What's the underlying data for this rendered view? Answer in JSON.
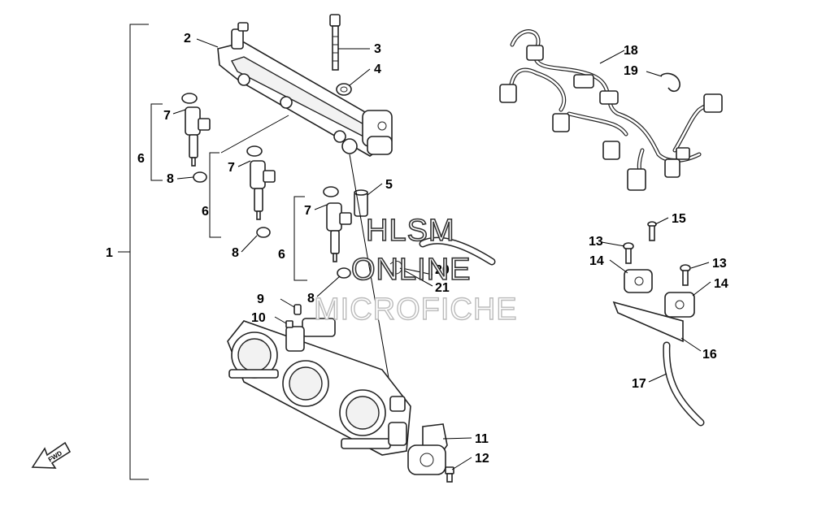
{
  "callouts": {
    "c1": "1",
    "c2": "2",
    "c3": "3",
    "c4": "4",
    "c5": "5",
    "c6a": "6",
    "c6b": "6",
    "c6c": "6",
    "c7a": "7",
    "c7b": "7",
    "c7c": "7",
    "c8a": "8",
    "c8b": "8",
    "c8c": "8",
    "c9": "9",
    "c10": "10",
    "c11": "11",
    "c12": "12",
    "c13a": "13",
    "c13b": "13",
    "c14a": "14",
    "c14b": "14",
    "c15": "15",
    "c16": "16",
    "c17": "17",
    "c18": "18",
    "c19": "19",
    "c20": "20",
    "c21": "21"
  },
  "watermark": {
    "line1": "HLSM",
    "line2": "ONLINE",
    "line3": "MICROFICHE"
  },
  "direction_arrow": {
    "label": "FWD",
    "icon": "forward-arrow-icon"
  }
}
